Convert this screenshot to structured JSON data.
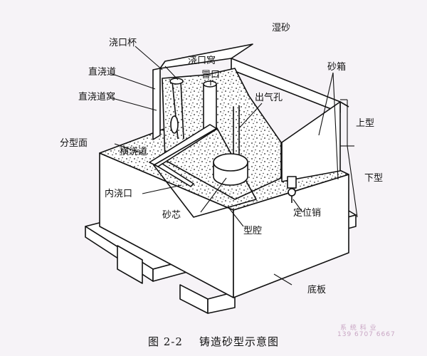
{
  "labels": {
    "pouring_cup": "浇口杯",
    "sprue_base": "浇口窝",
    "riser": "冒口",
    "wet_sand": "湿砂",
    "flask": "砂箱",
    "sprue": "直浇道",
    "sprue_well": "直浇道窝",
    "vent": "出气孔",
    "parting_surface": "分型面",
    "runner": "横浇道",
    "cope": "上型",
    "drag": "下型",
    "ingate": "内浇口",
    "locating_pin": "定位销",
    "core": "砂芯",
    "cavity": "型腔",
    "bottom_board": "底板"
  },
  "caption": {
    "number": "图 2-2",
    "title": "铸造砂型示意图"
  },
  "watermark": {
    "line1": "系 统 科 业",
    "line2": "139 6707 6667"
  },
  "colors": {
    "line": "#111111",
    "paper": "#f6f3f7",
    "sand": "#ffffff",
    "watermark": "#c9a6c4"
  }
}
